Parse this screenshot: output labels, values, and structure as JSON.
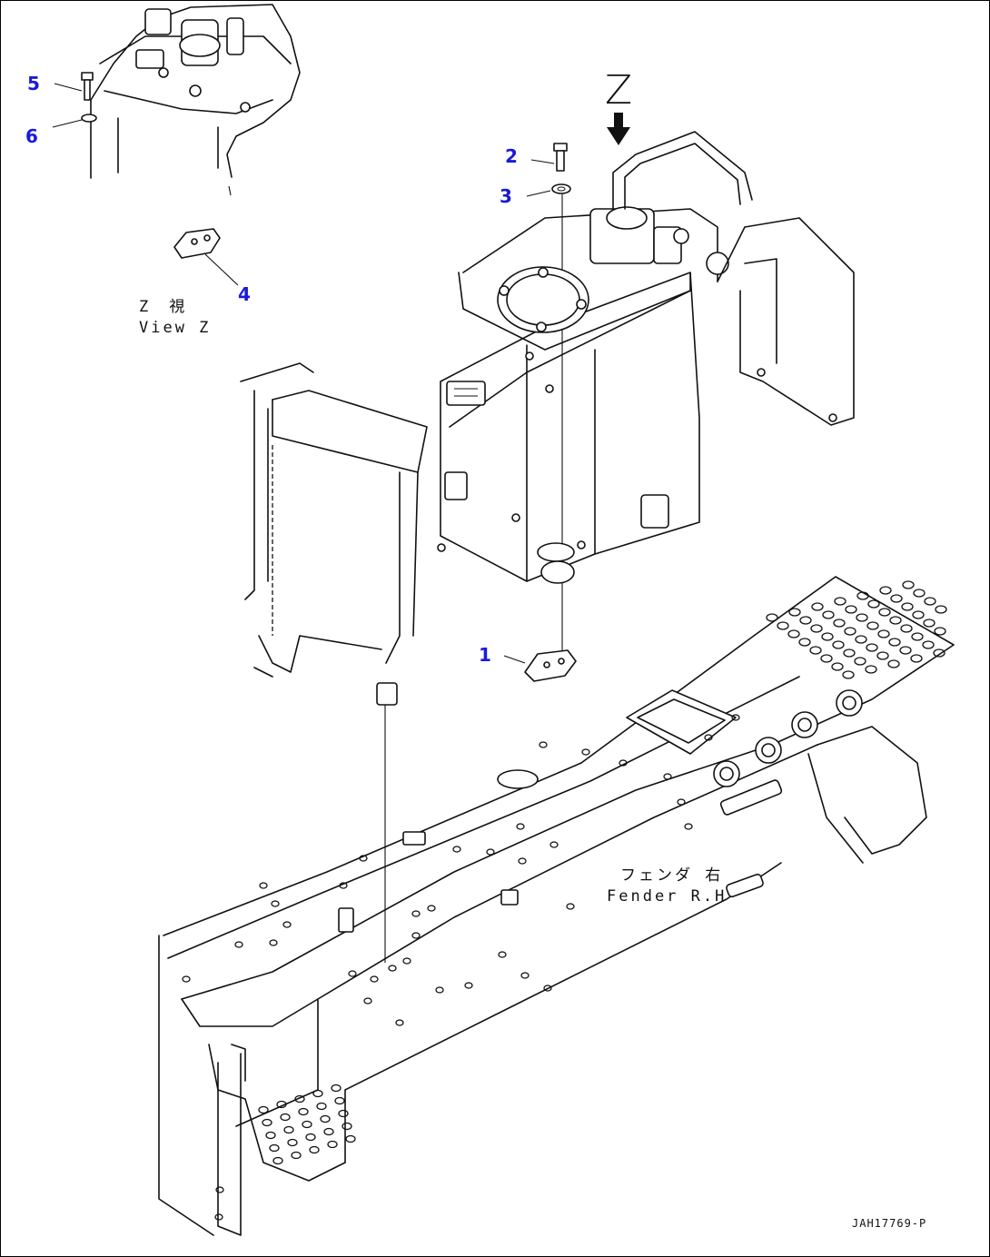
{
  "callouts": {
    "c1": "1",
    "c2": "2",
    "c3": "3",
    "c4": "4",
    "c5": "5",
    "c6": "6"
  },
  "view_label": {
    "jp": "Z　視",
    "en": "View Z"
  },
  "view_arrow_letter": "Z",
  "fender_label": {
    "jp": "フェンダ 右",
    "en": "Fender R.H"
  },
  "drawing_code": "JAH17769-P",
  "colors": {
    "callout": "#1a1ad8",
    "line": "#111111"
  }
}
